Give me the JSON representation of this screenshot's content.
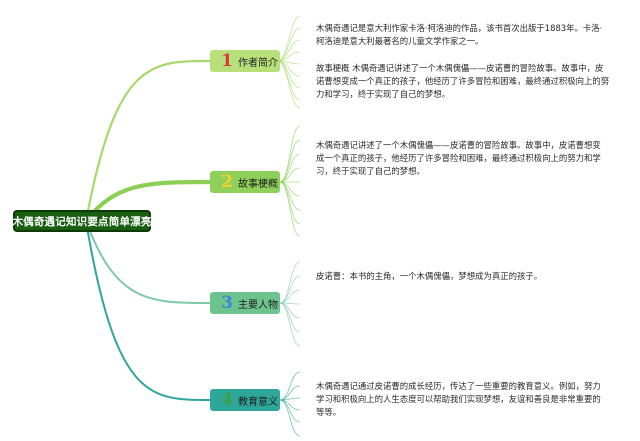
{
  "root": {
    "title": "木偶奇遇记知识要点简单漂亮"
  },
  "branches": [
    {
      "number": "1",
      "label": "作者简介",
      "fill": "#b7e07a",
      "number_color": "#d6383e",
      "line_color": "#a8d86a",
      "notes": [
        "木偶奇遇记是意大利作家卡洛·柯洛迪的作品，该书首次出版于1883年。卡洛·柯洛迪是意大利最著名的儿童文学作家之一。",
        "故事梗概 木偶奇遇记讲述了一个木偶傀儡——皮诺曹的冒险故事。故事中，皮诺曹想变成一个真正的孩子，他经历了许多冒险和困难，最终通过积极向上的努力和学习，终于实现了自己的梦想。"
      ]
    },
    {
      "number": "2",
      "label": "故事梗概",
      "fill": "#8fd05a",
      "number_color": "#f2d033",
      "line_color": "#8ccf55",
      "notes": [
        "木偶奇遇记讲述了一个木偶傀儡——皮诺曹的冒险故事。故事中，皮诺曹想变成一个真正的孩子，他经历了许多冒险和困难，最终通过积极向上的努力和学习，终于实现了自己的梦想。"
      ]
    },
    {
      "number": "3",
      "label": "主要人物",
      "fill": "#6cc38e",
      "number_color": "#3f86d6",
      "line_color": "#7fc9a7",
      "notes": [
        "皮诺曹：本书的主角，一个木偶傀儡，梦想成为真正的孩子。"
      ]
    },
    {
      "number": "4",
      "label": "教育意义",
      "fill": "#2ea69a",
      "number_color": "#37a24a",
      "line_color": "#2ea69a",
      "notes": [
        "木偶奇遇记通过皮诺曹的成长经历，传达了一些重要的教育意义。例如，努力学习和积极向上的人生态度可以帮助我们实现梦想，友谊和善良是非常重要的等等。"
      ]
    }
  ]
}
